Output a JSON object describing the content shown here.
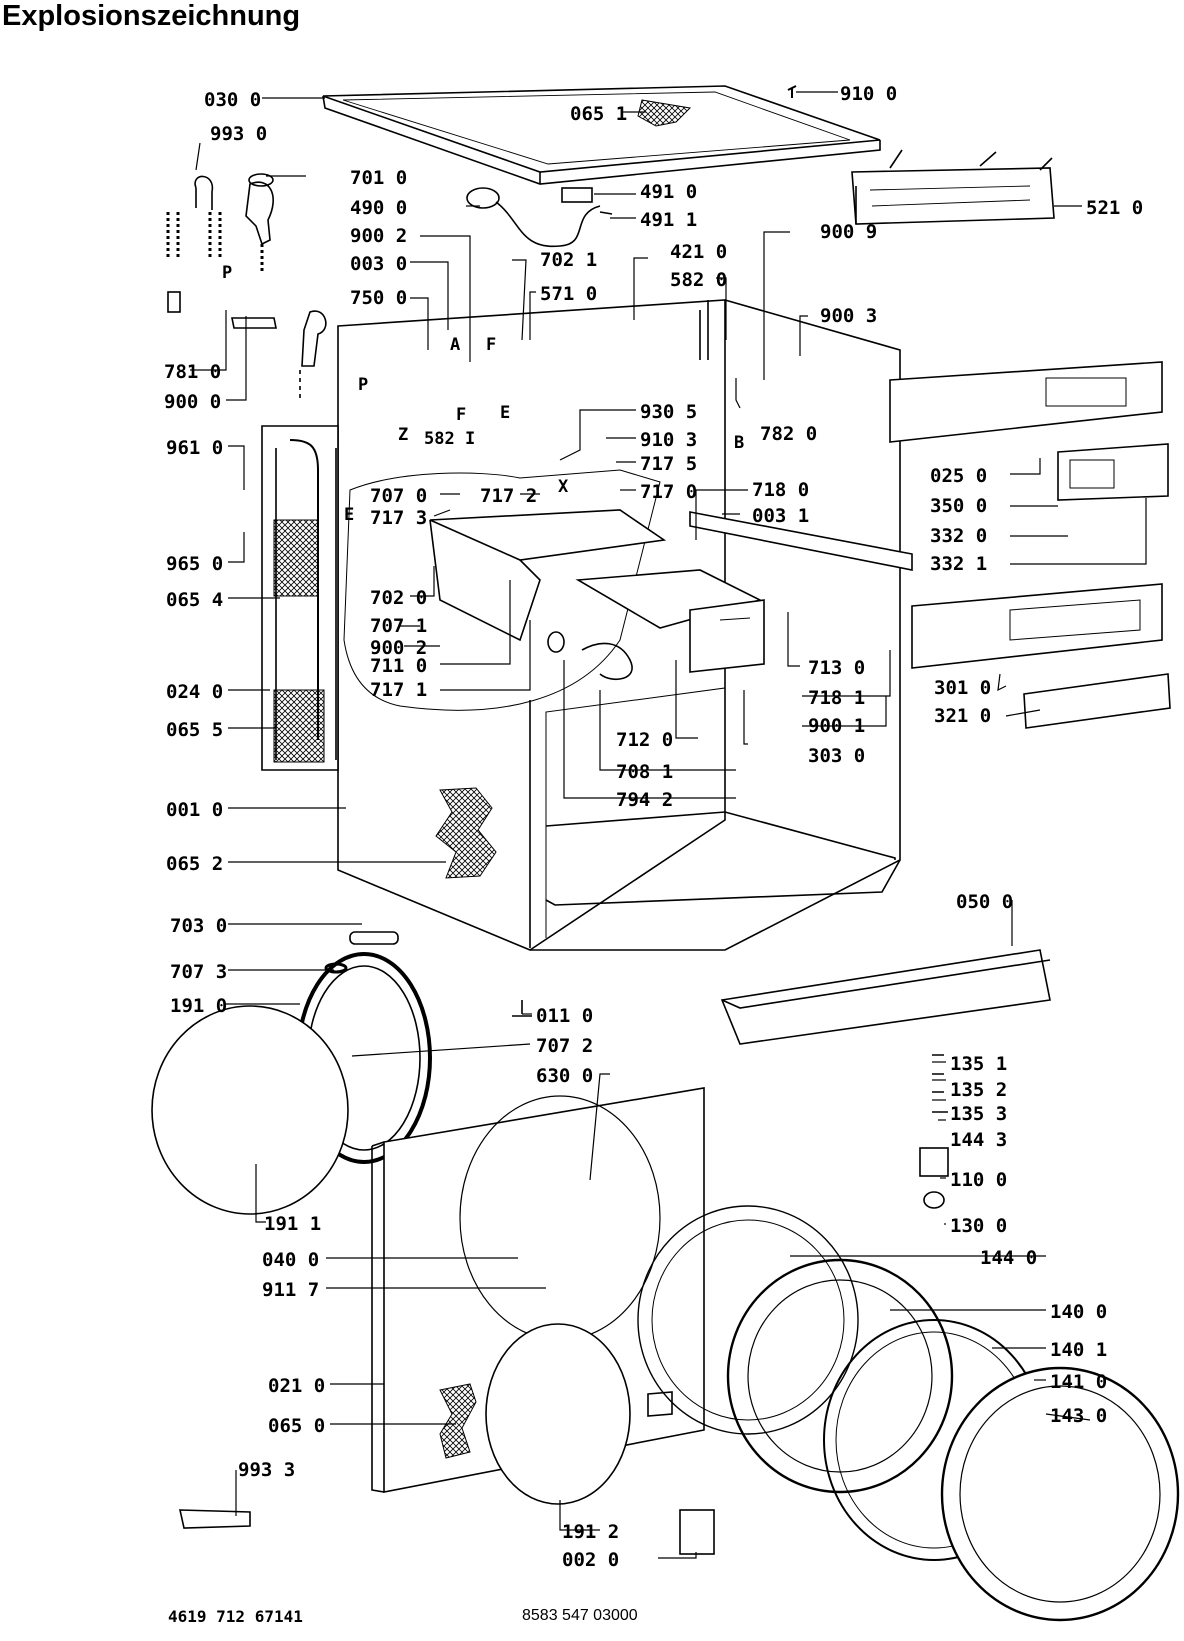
{
  "title": "Explosionszeichnung",
  "footer": {
    "left": "4619 712 67141",
    "right": "8583 547 03000"
  },
  "parts": [
    "030 0",
    "065 1",
    "910 0",
    "993 0",
    "701 0",
    "490 0",
    "491 0",
    "491 1",
    "521 0",
    "900 2",
    "003 0",
    "702 1",
    "421 0",
    "900 9",
    "571 0",
    "582 0",
    "750 0",
    "900 3",
    "781 0",
    "900 0",
    "782 0",
    "930 5",
    "910 3",
    "717 5",
    "961 0",
    "707 0",
    "717 2",
    "717 0",
    "718 0",
    "717 3",
    "003 1",
    "025 0",
    "350 0",
    "332 0",
    "332 1",
    "965 0",
    "065 4",
    "702 0",
    "707 1",
    "900 2",
    "711 0",
    "717 1",
    "713 0",
    "718 1",
    "301 0",
    "321 0",
    "024 0",
    "065 5",
    "900 1",
    "712 0",
    "303 0",
    "708 1",
    "794 2",
    "001 0",
    "065 2",
    "050 0",
    "703 0",
    "707 3",
    "191 0",
    "011 0",
    "707 2",
    "630 0",
    "135 1",
    "135 2",
    "135 3",
    "144 3",
    "110 0",
    "130 0",
    "191 1",
    "040 0",
    "911 7",
    "144 0",
    "140 0",
    "140 1",
    "141 0",
    "143 0",
    "021 0",
    "065 0",
    "993 3",
    "191 2",
    "002 0"
  ],
  "markers": [
    "F",
    "P",
    "A",
    "P",
    "F",
    "E",
    "Z",
    "582 I",
    "B",
    "X",
    "E"
  ]
}
